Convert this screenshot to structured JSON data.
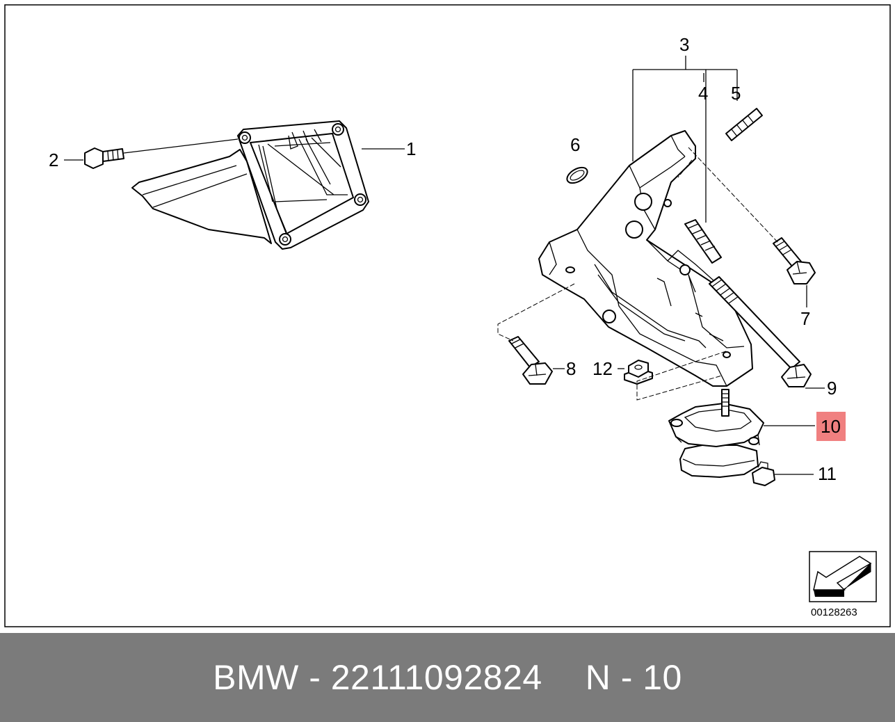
{
  "diagram": {
    "labels": [
      {
        "id": "1",
        "text": "1"
      },
      {
        "id": "2",
        "text": "2"
      },
      {
        "id": "3",
        "text": "3"
      },
      {
        "id": "4",
        "text": "4"
      },
      {
        "id": "5",
        "text": "5"
      },
      {
        "id": "6",
        "text": "6"
      },
      {
        "id": "7",
        "text": "7"
      },
      {
        "id": "8",
        "text": "8"
      },
      {
        "id": "9",
        "text": "9"
      },
      {
        "id": "10",
        "text": "10"
      },
      {
        "id": "11",
        "text": "11"
      },
      {
        "id": "12",
        "text": "12"
      }
    ],
    "highlight_color": "#f08080",
    "diagram_code": "00128263",
    "orientation_icon": "direction-arrow-icon"
  },
  "footer": {
    "part_number_text": "BMW - 22111092824",
    "item_text": "N - 10",
    "background_color": "#7b7b7b"
  }
}
